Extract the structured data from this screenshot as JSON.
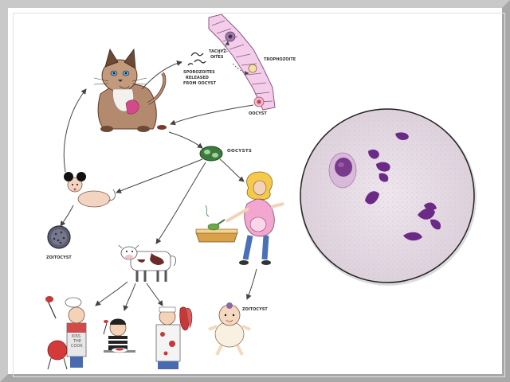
{
  "labels": {
    "sporozoites": [
      "SPOROZOITES",
      "RELEASED",
      "FROM OOCYST"
    ],
    "tachyzoites": [
      "TACHYZ-",
      "OITES"
    ],
    "trophozoite": "TROPHOZOITE",
    "oocyst_gut": "OOCYST",
    "oocysts": "OOCYSTS",
    "zoitocyst_left": "ZOITOCYST",
    "zoitocyst_right": "ZOITOCYST",
    "apron": [
      "KISS",
      "THE",
      "COOK"
    ]
  },
  "colors": {
    "frame": "#c9c9c9",
    "stain_purple": "#7a2f8e",
    "slide_bg": "#e8dfe8",
    "arrow": "#444444",
    "cell_pink": "#f2c9e6"
  }
}
